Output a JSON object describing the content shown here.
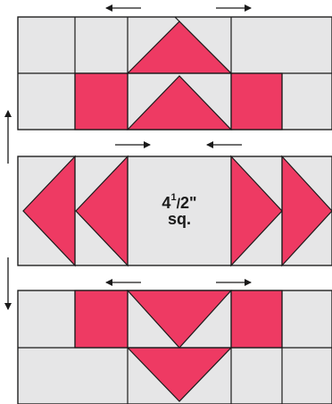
{
  "colors": {
    "background": "#ffffff",
    "patch_gray": "#e6e6e7",
    "patch_pink": "#ee3a63",
    "stroke": "#1a1a1a",
    "arrow": "#1a1a1a"
  },
  "center_square_label": {
    "whole": "4",
    "numerator": "1",
    "slash": "/",
    "denominator": "2",
    "unit": "\"",
    "line2": "sq."
  },
  "rows": [
    {
      "name": "top-row",
      "pressing_arrows": [
        "left",
        "right"
      ]
    },
    {
      "name": "middle-row",
      "pressing_arrows": [
        "right",
        "left"
      ]
    },
    {
      "name": "bottom-row",
      "pressing_arrows": [
        "left",
        "right"
      ]
    }
  ],
  "row_pressing_arrows": [
    "up",
    "down"
  ]
}
